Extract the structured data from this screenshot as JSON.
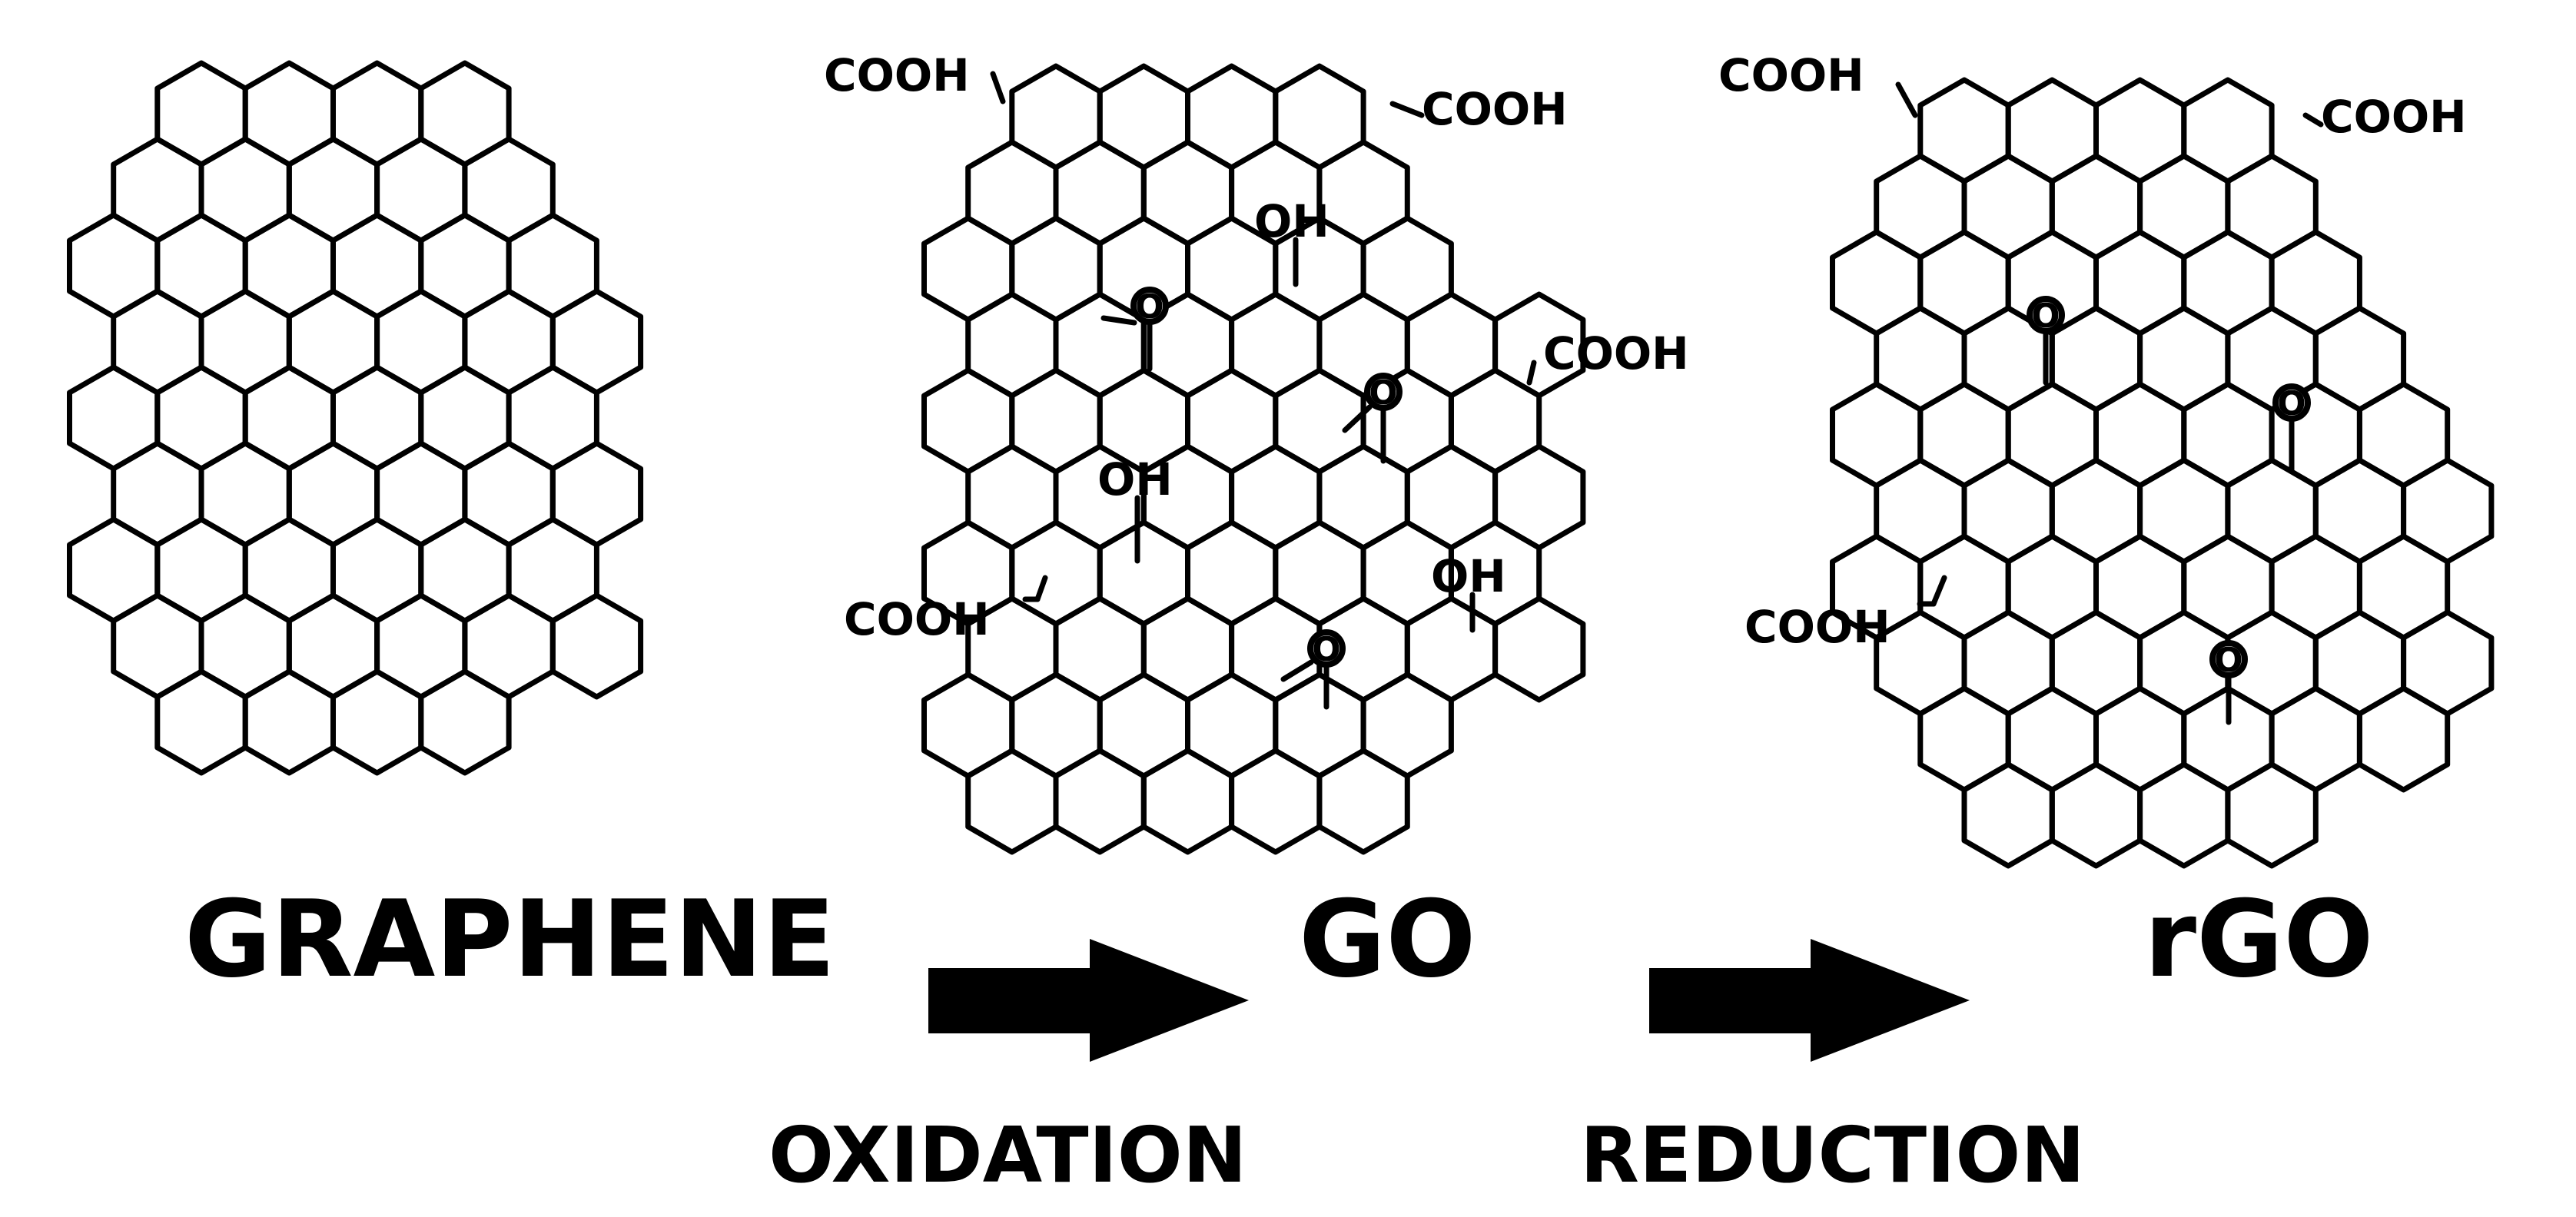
{
  "diagram": {
    "panels": [
      {
        "id": "graphene",
        "label": "GRAPHENE",
        "groups": []
      },
      {
        "id": "go",
        "label": "GO",
        "groups": [
          {
            "type": "carboxyl",
            "text": "COOH"
          },
          {
            "type": "carboxyl",
            "text": "COOH"
          },
          {
            "type": "hydroxyl",
            "text": "OH"
          },
          {
            "type": "epoxy",
            "text": "O"
          },
          {
            "type": "carboxyl",
            "text": "COOH"
          },
          {
            "type": "epoxy",
            "text": "O"
          },
          {
            "type": "hydroxyl",
            "text": "OH"
          },
          {
            "type": "carboxyl",
            "text": "COOH"
          },
          {
            "type": "hydroxyl",
            "text": "OH"
          },
          {
            "type": "epoxy",
            "text": "O"
          }
        ]
      },
      {
        "id": "rgo",
        "label": "rGO",
        "groups": [
          {
            "type": "carboxyl",
            "text": "COOH"
          },
          {
            "type": "carboxyl",
            "text": "COOH"
          },
          {
            "type": "epoxy",
            "text": "O"
          },
          {
            "type": "epoxy",
            "text": "O"
          },
          {
            "type": "carboxyl",
            "text": "COOH"
          },
          {
            "type": "epoxy",
            "text": "O"
          }
        ]
      }
    ],
    "processes": [
      {
        "id": "oxidation",
        "label": "OXIDATION"
      },
      {
        "id": "reduction",
        "label": "REDUCTION"
      }
    ]
  }
}
